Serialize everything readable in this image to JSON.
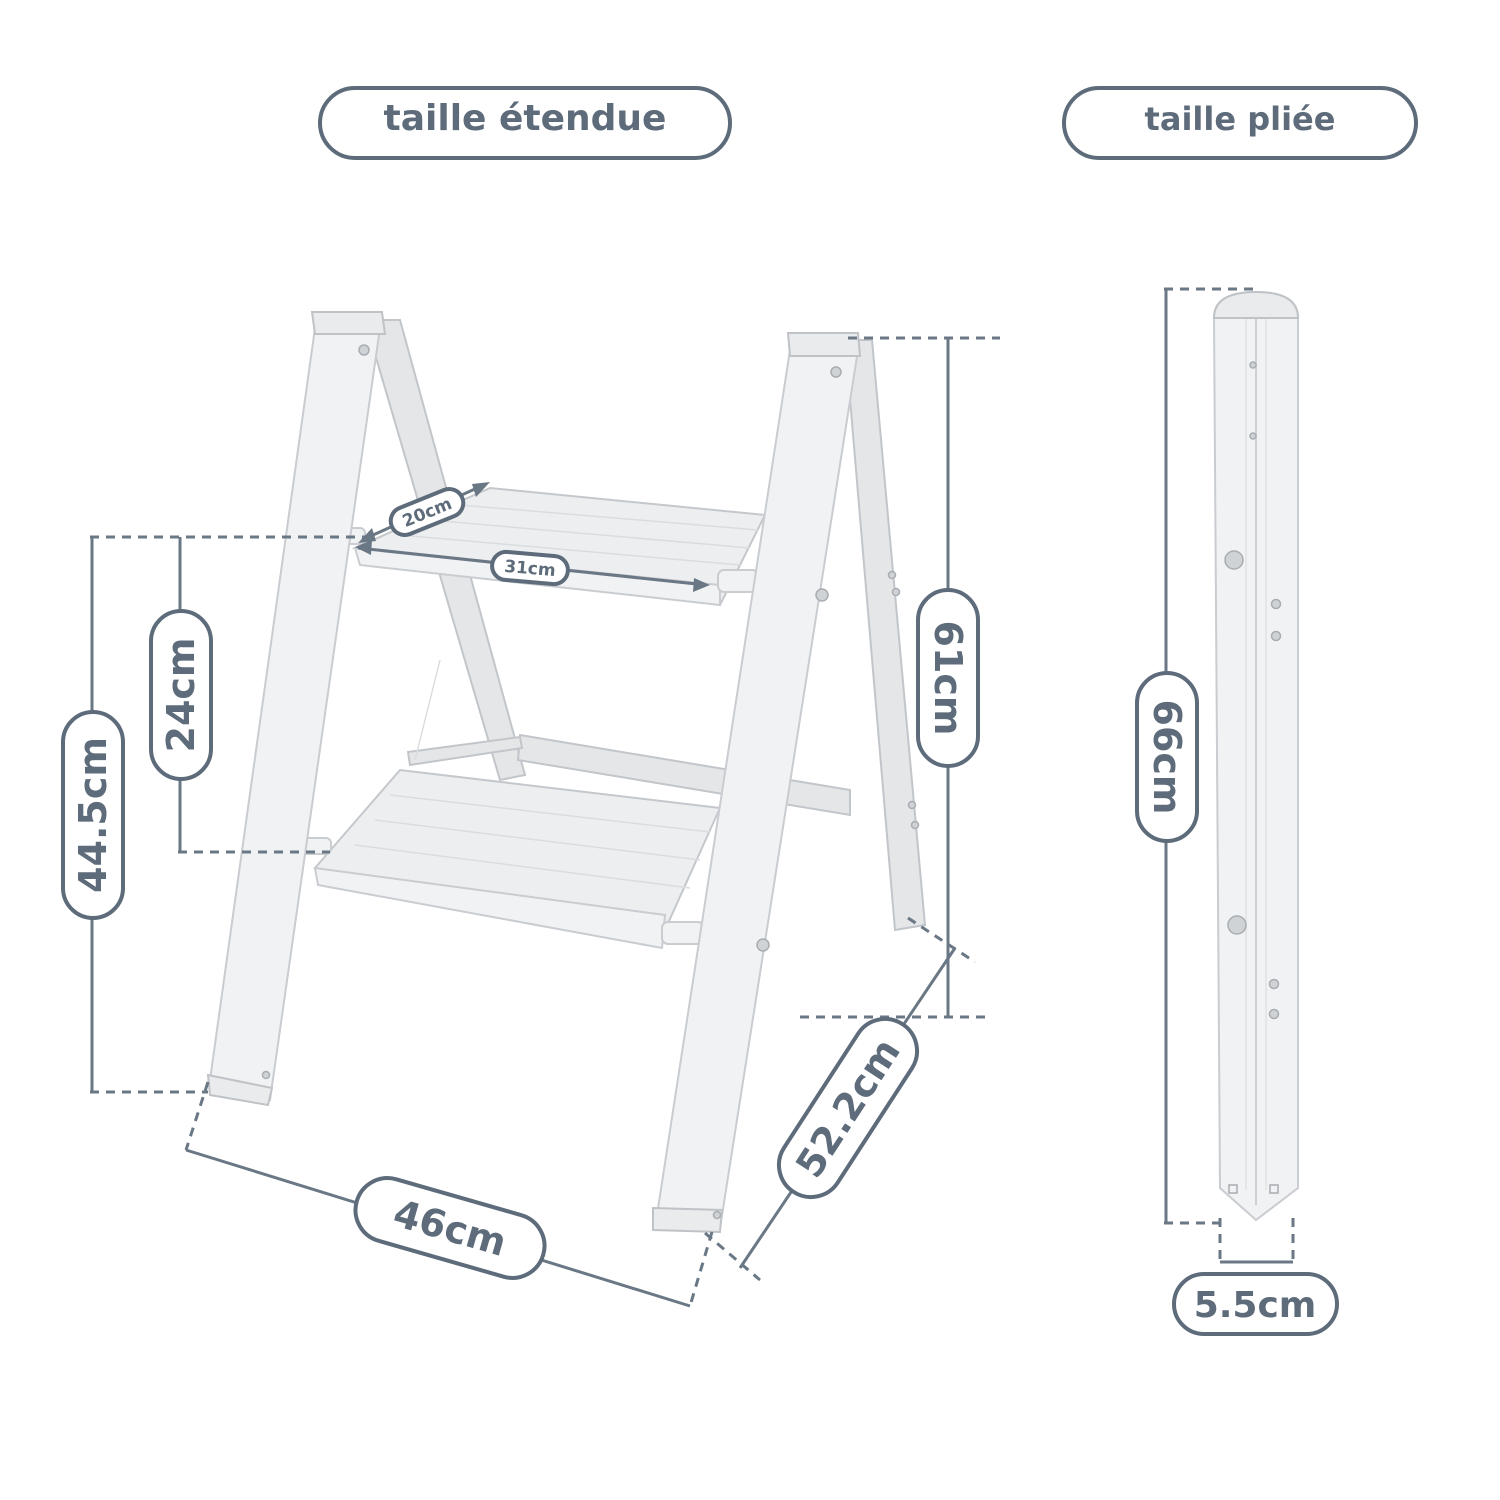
{
  "headers": {
    "extended": "taille étendue",
    "folded": "taille pliée"
  },
  "dimensions": {
    "step_depth": "20cm",
    "step_width": "31cm",
    "step_spacing": "24cm",
    "step_height": "44.5cm",
    "total_height": "61cm",
    "base_width": "46cm",
    "side_depth": "52.2cm",
    "folded_height": "66cm",
    "folded_thickness": "5.5cm"
  },
  "colors": {
    "label": "#5d6b7a",
    "ladder": "#f1f2f3"
  }
}
